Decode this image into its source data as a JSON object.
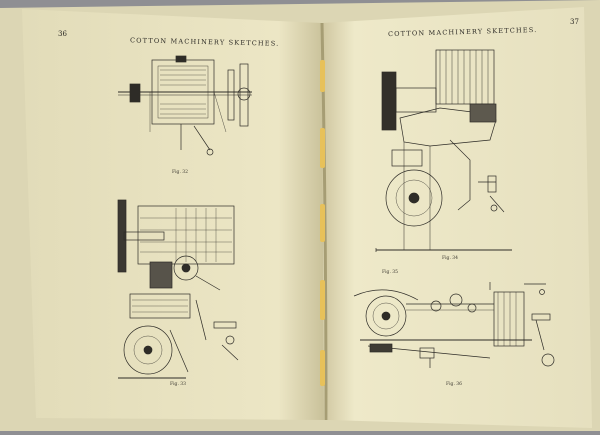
{
  "book": {
    "running_head_left": "COTTON MACHINERY SKETCHES.",
    "running_head_right": "COTTON MACHINERY SKETCHES.",
    "page_left": "36",
    "page_right": "37"
  },
  "figures_left": [
    {
      "caption": "Fig. 32"
    },
    {
      "caption": "Fig. 33"
    }
  ],
  "figures_right": [
    {
      "caption": "Fig. 34"
    },
    {
      "caption": "Fig. 35"
    },
    {
      "caption": "Fig. 36"
    }
  ],
  "colors": {
    "background": "#8f8f93",
    "paper": "#ece7c6",
    "ink": "#2e2c27"
  }
}
